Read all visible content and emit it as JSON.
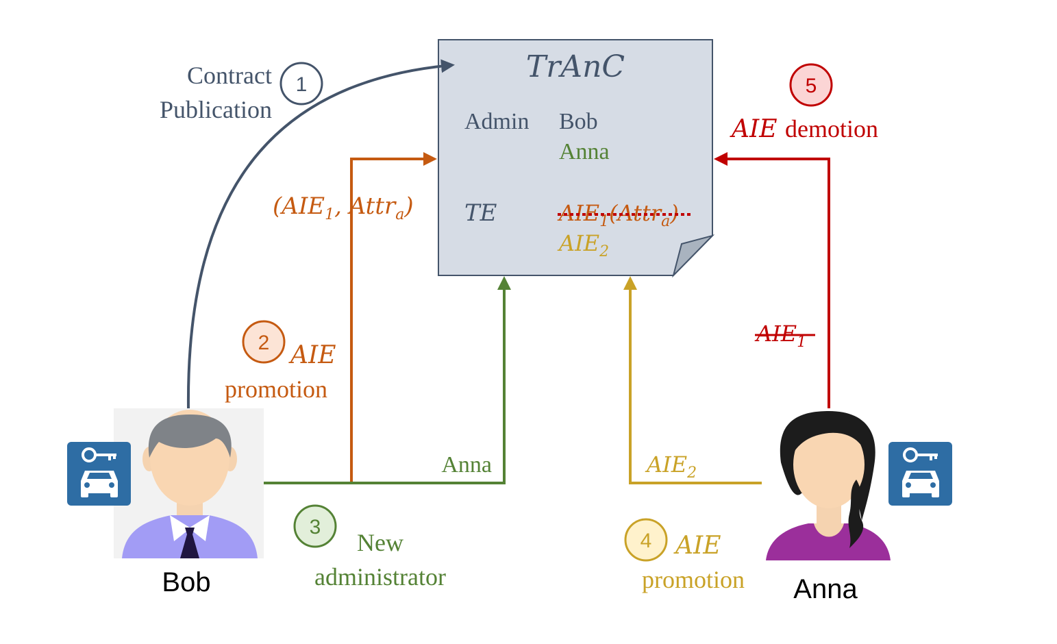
{
  "colors": {
    "slate": "#44546a",
    "orange": "#c55a11",
    "green": "#548235",
    "gold": "#c9a227",
    "red": "#c00000",
    "doc_fill": "#d6dce5",
    "badge_blue": "#2e6da4"
  },
  "contract": {
    "title": "TrAnC",
    "admin_label": "Admin",
    "admin_values": [
      "Bob",
      "Anna"
    ],
    "te_label": "TE",
    "te_entry_1": {
      "base": "AIE",
      "sub": "1",
      "rest": "(Attr",
      "rest_sub": "a",
      "close": ")"
    },
    "te_entry_2": {
      "base": "AIE",
      "sub": "2"
    }
  },
  "steps": [
    {
      "number": "1",
      "lines": [
        "Contract",
        "Publication"
      ]
    },
    {
      "number": "2",
      "math": "AIE",
      "text": "promotion"
    },
    {
      "number": "3",
      "lines": [
        "New",
        "administrator"
      ]
    },
    {
      "number": "4",
      "math": "AIE",
      "text": "promotion"
    },
    {
      "number": "5",
      "math": "AIE",
      "text": "demotion"
    }
  ],
  "edge_labels": {
    "step2_tuple": {
      "open": "(",
      "base": "AIE",
      "sub": "1",
      "sep": ", ",
      "attr": "Attr",
      "attr_sub": "a",
      "close": ")"
    },
    "step3_label": "Anna",
    "step4_label": {
      "base": "AIE",
      "sub": "2"
    },
    "step5_label": {
      "base": "AIE",
      "sub": "1"
    }
  },
  "actors": {
    "bob": {
      "name": "Bob",
      "icon": "car-key-icon"
    },
    "anna": {
      "name": "Anna",
      "icon": "car-key-icon"
    }
  }
}
